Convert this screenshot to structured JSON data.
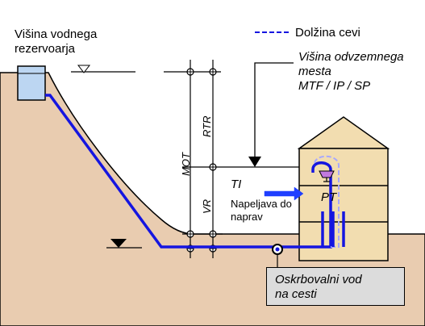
{
  "labels": {
    "reservoir_height": [
      "Višina vodnega",
      "rezervoarja"
    ],
    "pipe_length": "Dolžina cevi",
    "tap_height": [
      "Višina odvzemnega",
      "mesta",
      "MTF / IP / SP"
    ],
    "mot": "MOT",
    "rtr": "RTR",
    "vr": "VR",
    "ti": "TI",
    "pt": "PT",
    "device_supply": [
      "Napeljava do",
      "naprav"
    ],
    "street_main": [
      "Oskrbovalni vod",
      "na cesti"
    ]
  },
  "colors": {
    "ground": "#e9ccb0",
    "pipe": "#1515e0",
    "pipe_dashed": "#a7a7ff",
    "house_fill": "#f2ddb0",
    "reservoir_water": "#bcd6f2",
    "street_box": "#dcdcdc",
    "arrow_blue": "#1f3fff"
  },
  "icons": [
    "water-level-triangle-icon",
    "low-water-level-triangle-icon",
    "tap-icon",
    "pipe-junction-icon"
  ]
}
